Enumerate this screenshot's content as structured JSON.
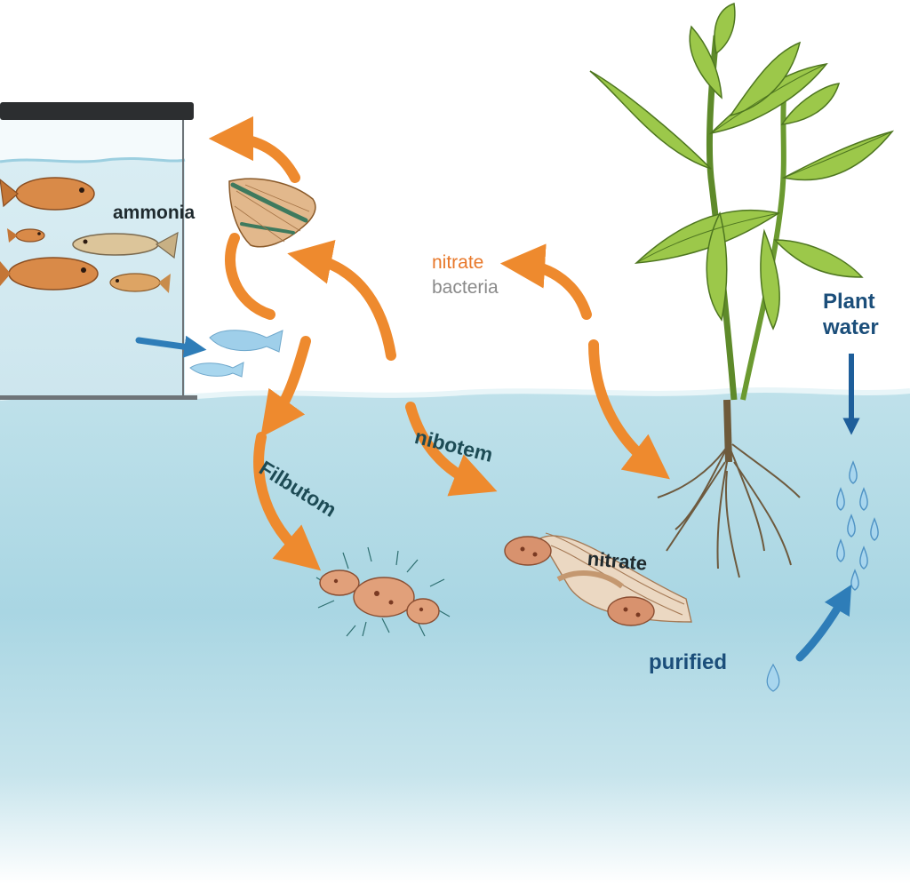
{
  "labels": {
    "ammonia": "ammonia",
    "nitrate_top": "nitrate",
    "bacteria": "bacteria",
    "plant_water": "Plant water",
    "nibotem": "nibotem",
    "filbutom": "Filbutom",
    "nitrate_bottom": "nitrate",
    "purified": "purified"
  },
  "colors": {
    "arrow": "#EE8A2E",
    "water": "#A9D6E3",
    "water_deep": "#8EC7D8",
    "label_dark": "#1F2A2E",
    "label_teal": "#1D4B55",
    "label_blue": "#1B4E7A",
    "nitrate_orange": "#E8782A",
    "bacteria_gray": "#8A8A8A",
    "leaf": "#9CC84A",
    "leaf_dark": "#5E8A2A",
    "fish": "#D98A48"
  }
}
